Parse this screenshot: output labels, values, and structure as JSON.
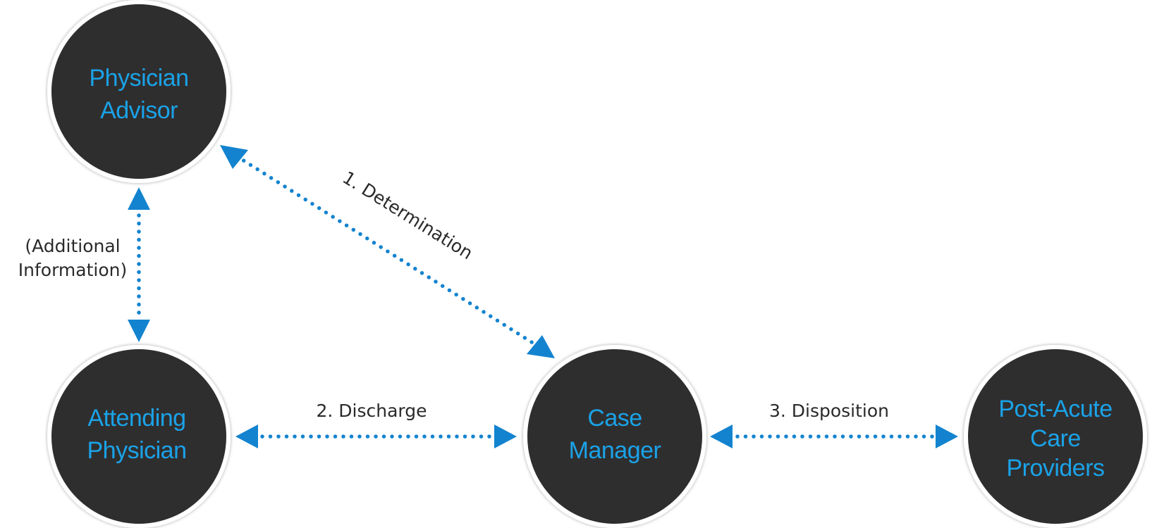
{
  "colors": {
    "node_fill": "#2f2e2f",
    "node_text": "#1aa3e8",
    "connector": "#1383cf",
    "label_text": "#2a2a2a"
  },
  "nodes": {
    "physician_advisor": {
      "line1": "Physician",
      "line2": "Advisor"
    },
    "attending_physician": {
      "line1": "Attending",
      "line2": "Physician"
    },
    "case_manager": {
      "line1": "Case",
      "line2": "Manager"
    },
    "post_acute": {
      "line1": "Post-Acute",
      "line2": "Care",
      "line3": "Providers"
    }
  },
  "edges": {
    "additional_info": {
      "line1": "(Additional",
      "line2": "Information)"
    },
    "determination": {
      "label": "1. Determination"
    },
    "discharge": {
      "label": "2. Discharge"
    },
    "disposition": {
      "label": "3. Disposition"
    }
  }
}
